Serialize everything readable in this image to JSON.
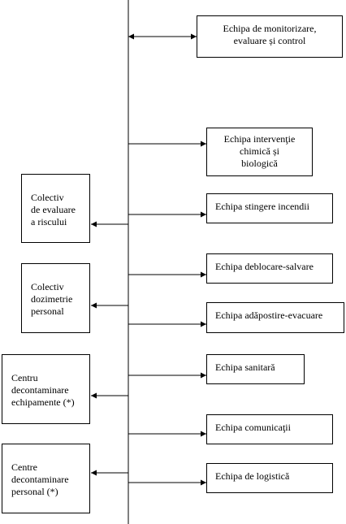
{
  "teams": {
    "monitoring": "Echipa de monitorizare,\nevaluare și control",
    "chemical": "Echipa intervenţie\nchimică și\nbiologică",
    "fire": "Echipa stingere incendii",
    "rescue": "Echipa deblocare-salvare",
    "shelter": "Echipa adăpostire-evacuare",
    "medical": "Echipa sanitară",
    "communications": "Echipa comunicaţii",
    "logistics": "Echipa de logistică"
  },
  "units": {
    "risk": "Colectiv\nde evaluare\na riscului",
    "dosimetry": "Colectiv\ndozimetrie\npersonal",
    "equipment": "Centru\ndecontaminare\nechipamente (*)",
    "personnel": "Centre\ndecontaminare\npersonal (*)"
  }
}
